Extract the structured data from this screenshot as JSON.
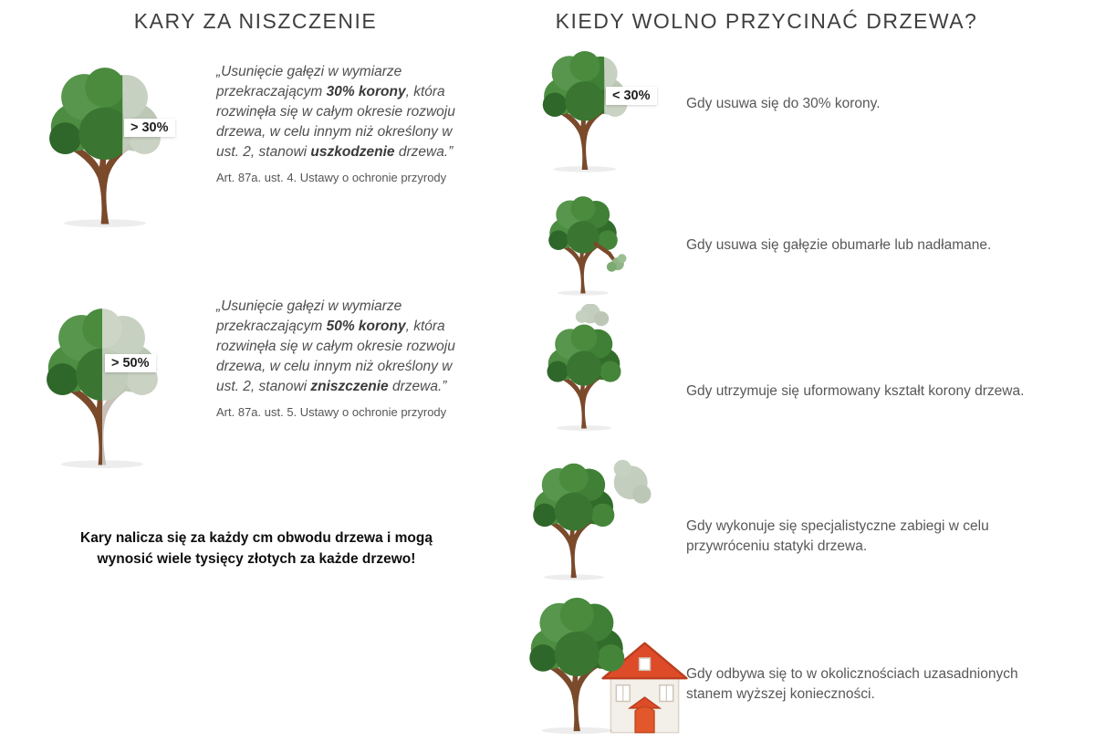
{
  "left": {
    "title": "KARY ZA NISZCZENIE",
    "items": [
      {
        "badge": "> 30%",
        "quote": [
          "„Usunięcie gałęzi w wymiarze przekraczającym ",
          "30% korony",
          ", która rozwinęła się w całym okresie rozwoju drzewa, w celu innym niż określony w ust. 2, stanowi ",
          "uszkodzenie",
          " drzewa.”"
        ],
        "source": "Art. 87a. ust. 4. Ustawy o ochronie przyrody"
      },
      {
        "badge": "> 50%",
        "quote": [
          "„Usunięcie gałęzi w wymiarze przekraczającym ",
          "50% korony",
          ", która rozwinęła się w całym okresie rozwoju drzewa, w celu innym niż określony w ust. 2, stanowi ",
          "zniszczenie",
          " drzewa.”"
        ],
        "source": "Art. 87a. ust. 5. Ustawy o ochronie przyrody"
      }
    ],
    "footer": "Kary nalicza się za każdy cm obwodu drzewa i mogą wynosić wiele tysięcy złotych za każde drzewo!"
  },
  "right": {
    "title": "KIEDY WOLNO PRZYCINAĆ DRZEWA?",
    "items": [
      {
        "badge": "< 30%",
        "text": "Gdy usuwa się do 30% korony."
      },
      {
        "text": "Gdy usuwa się gałęzie obumarłe lub nadłamane."
      },
      {
        "text": "Gdy utrzymuje się uformowany kształt korony drzewa."
      },
      {
        "text": "Gdy wykonuje się specjalistyczne zabiegi w celu przywróceniu statyki drzewa."
      },
      {
        "text": "Gdy odbywa się to w okolicznościach uzasadnionych stanem wyższej konieczności."
      }
    ]
  },
  "palette": {
    "trunk": "#7a4a2b",
    "gray_trunk": "#c6c0b8",
    "greens": [
      "#3c7a33",
      "#4d8d41",
      "#326c2a",
      "#57964c",
      "#3f8036",
      "#4a8b3e",
      "#2f672a",
      "#458539",
      "#3a7631"
    ],
    "grays": [
      "#c4cebe",
      "#cdd6c8",
      "#bcc7b6",
      "#d3dbcc",
      "#c7d1c1",
      "#ccd5c6",
      "#bac5b3",
      "#c9d2c3",
      "#c1ccbb"
    ],
    "pale_greens": [
      "#8fb485",
      "#7daa72",
      "#9cbf92"
    ],
    "roof": "#dd4b28",
    "roof_edge": "#b93d1e",
    "wall": "#f3efe9",
    "door": "#e2572b"
  }
}
